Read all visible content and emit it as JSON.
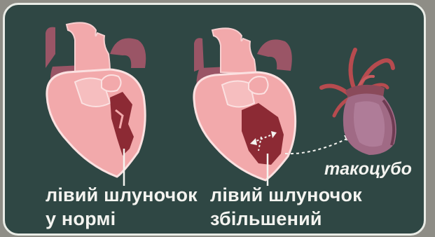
{
  "labels": {
    "normal_line1": "лівий шлуночок",
    "normal_line2": "у нормі",
    "enlarged_line1": "лівий шлуночок",
    "enlarged_line2": "збільшений",
    "takotsubo": "такоцубо"
  },
  "colors": {
    "panel_background": "#2f4744",
    "panel_border": "#e9ece6",
    "heart_pink": "#f2a9ab",
    "heart_dark_red": "#8c2a34",
    "vessel_mauve": "#9a5566",
    "text": "#f4f4f0"
  },
  "icons": [
    "normal-heart-illustration",
    "enlarged-heart-illustration",
    "takotsubo-pot-illustration"
  ]
}
